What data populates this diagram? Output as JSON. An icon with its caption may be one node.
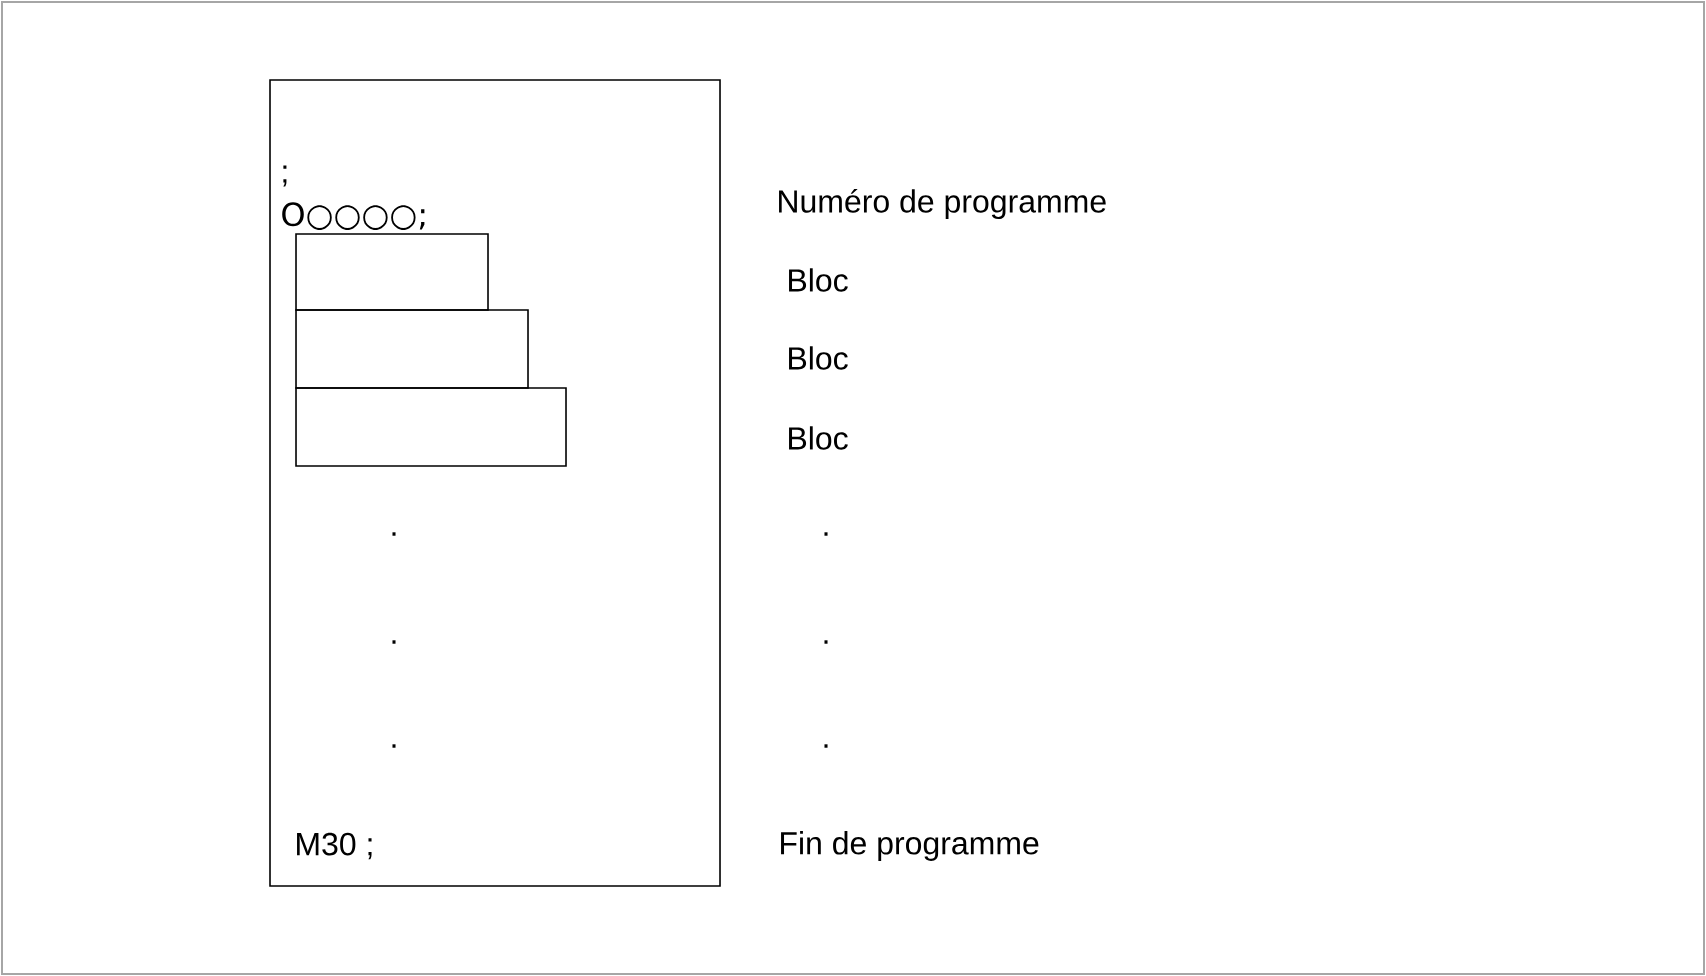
{
  "diagram": {
    "nodes": [
      {
        "text": [
          ";",
          "O○○○○;",
          ".",
          ".",
          ".",
          "M30 ;"
        ]
      },
      {
        "text": [],
        "shape": "box",
        "in": 0
      },
      {
        "text": [],
        "shape": "box",
        "in": 0
      },
      {
        "text": [],
        "shape": "box",
        "in": 0
      }
    ],
    "labels": [
      "Numéro de programme",
      "Bloc",
      "Bloc",
      "Bloc",
      ".",
      ".",
      ".",
      "Fin de programme"
    ]
  }
}
